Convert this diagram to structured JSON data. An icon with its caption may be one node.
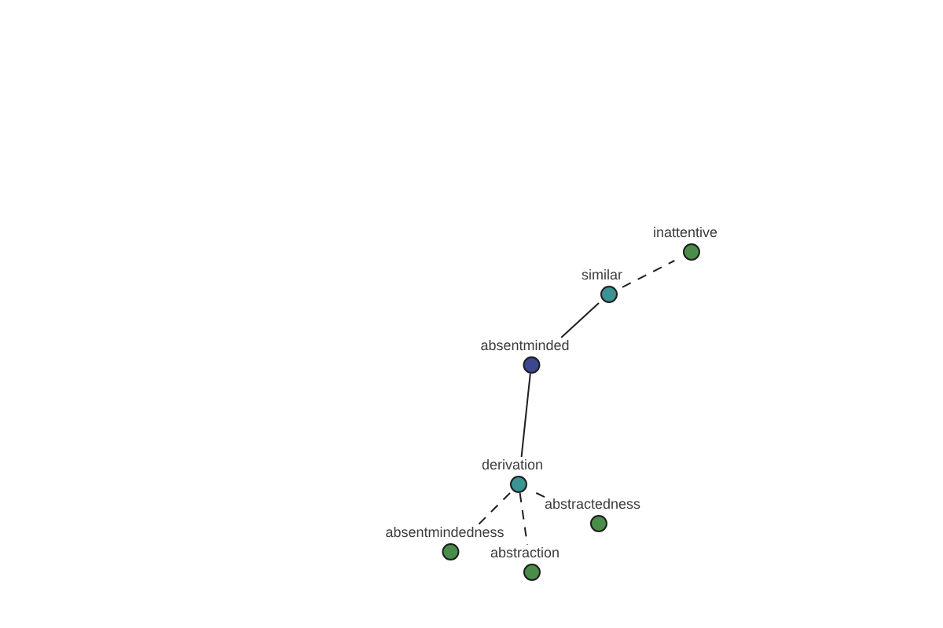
{
  "diagram": {
    "nodes": [
      {
        "text": [
          "inattentive"
        ]
      },
      {
        "text": [
          "similar"
        ]
      },
      {
        "text": [
          "absentminded"
        ]
      },
      {
        "text": [
          "derivation"
        ]
      },
      {
        "text": [
          "abstractedness"
        ]
      },
      {
        "text": [
          "absentmindedness"
        ]
      },
      {
        "text": [
          "abstraction"
        ]
      }
    ],
    "edges": [
      {
        "from": 2,
        "to": 1,
        "arrow": "none"
      },
      {
        "from": 1,
        "to": 0,
        "arrow": "none",
        "style": "dashed"
      },
      {
        "from": 2,
        "to": 3,
        "arrow": "none"
      },
      {
        "from": 3,
        "to": 4,
        "arrow": "none",
        "style": "dashed"
      },
      {
        "from": 3,
        "to": 5,
        "arrow": "none",
        "style": "dashed"
      },
      {
        "from": 3,
        "to": 6,
        "arrow": "none",
        "style": "dashed"
      }
    ]
  }
}
